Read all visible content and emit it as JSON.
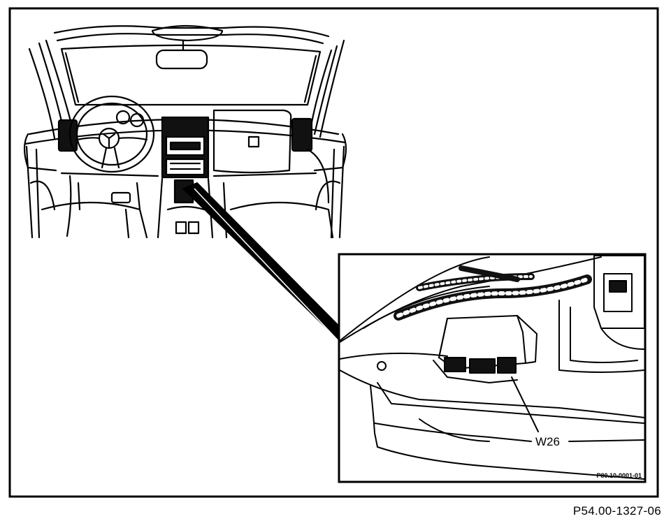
{
  "figure": {
    "code": "P54.00-1327-06",
    "inset_code": "P80.10-0001-01"
  },
  "callouts": [
    {
      "id": "W26",
      "label": "W26"
    }
  ]
}
